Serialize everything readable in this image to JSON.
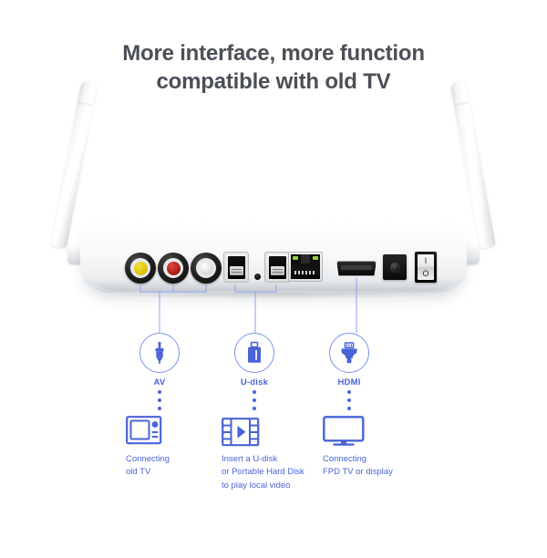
{
  "page": {
    "background_color": "#ffffff",
    "accent_blue": "#4a63d8",
    "line_blue": "#8fa2f0",
    "title_color": "#4c4f58"
  },
  "title": {
    "line1": "More interface, more function",
    "line2": "compatible with old TV"
  },
  "device": {
    "name": "tv-box-rear-panel",
    "antennas": [
      {
        "name": "wifi-antenna-left"
      },
      {
        "name": "wifi-antenna-right"
      }
    ],
    "ports": [
      {
        "id": "rca-video",
        "label": "AV Video (yellow RCA)",
        "color": "#e6d117"
      },
      {
        "id": "rca-audio-r",
        "label": "AV Audio Right (red RCA)",
        "color": "#b5170f"
      },
      {
        "id": "rca-audio-l",
        "label": "AV Audio Left (white RCA)",
        "color": "#ffffff"
      },
      {
        "id": "usb-1",
        "label": "USB 2.0 Port 1",
        "color": "#000000"
      },
      {
        "id": "ir-sensor",
        "label": "IR Receiver",
        "color": "#000000"
      },
      {
        "id": "usb-2",
        "label": "USB 2.0 Port 2",
        "color": "#000000"
      },
      {
        "id": "ethernet",
        "label": "Ethernet RJ45",
        "color": "#000000"
      },
      {
        "id": "hdmi",
        "label": "HDMI Output",
        "color": "#000000"
      },
      {
        "id": "dc-power",
        "label": "DC Power Jack",
        "color": "#000000"
      },
      {
        "id": "power-switch",
        "label": "Power Switch",
        "color": "#000000"
      }
    ],
    "power_switch": {
      "on_mark": "I",
      "off_mark": "O"
    }
  },
  "callouts": [
    {
      "id": "av",
      "label": "AV",
      "icon": "rca-plug-icon"
    },
    {
      "id": "u-disk",
      "label": "U-disk",
      "icon": "usb-flash-drive-icon"
    },
    {
      "id": "hdmi",
      "label": "HDMI",
      "icon": "hdmi-connector-icon"
    }
  ],
  "features": [
    {
      "id": "old-tv",
      "icon": "crt-tv-icon",
      "lines": [
        "Connecting",
        "old TV"
      ]
    },
    {
      "id": "local-video",
      "icon": "film-play-icon",
      "lines": [
        "Insert a U-disk",
        "or Portable Hard Disk",
        "to play local video"
      ]
    },
    {
      "id": "fpd-tv",
      "icon": "flat-panel-tv-icon",
      "lines": [
        "Connecting",
        "FPD TV or display"
      ]
    }
  ]
}
